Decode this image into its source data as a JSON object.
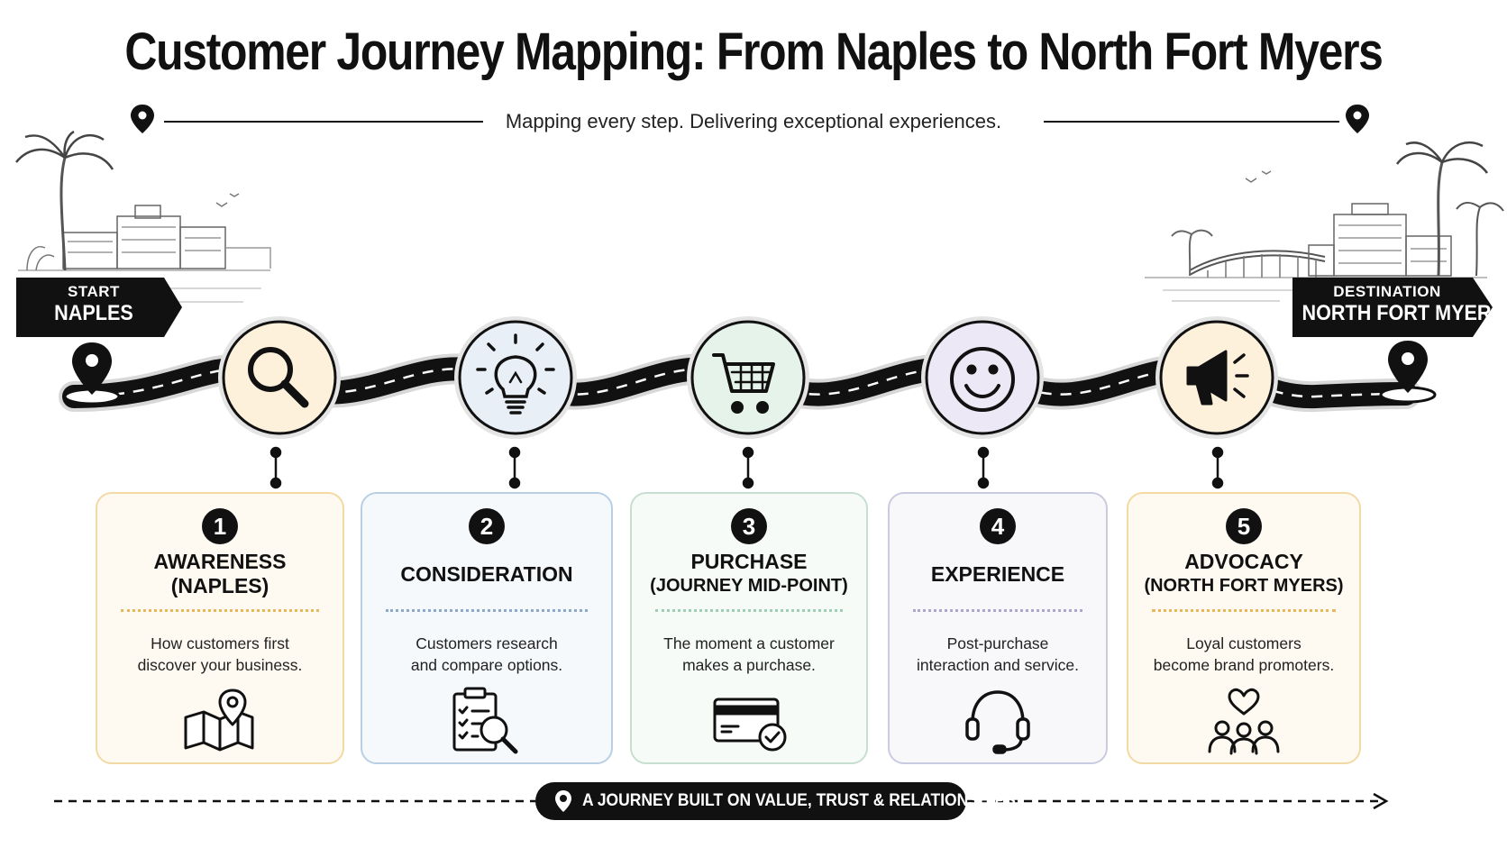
{
  "title": "Customer Journey Mapping: From Naples to North Fort Myers",
  "subtitle": "Mapping every step. Delivering exceptional experiences.",
  "start": {
    "small": "START",
    "big": "NAPLES"
  },
  "destination": {
    "small": "DESTINATION",
    "big": "NORTH FORT MYERS"
  },
  "stages": [
    {
      "number": "1",
      "title_line1": "AWARENESS",
      "title_line2": "(NAPLES)",
      "description_line1": "How customers first",
      "description_line2": "discover your business.",
      "road_icon": "magnifier-icon",
      "card_icon": "folded-map-pin-icon",
      "tint": "#fdf1dc",
      "border": "#f3d9a4",
      "dots": "#e9b65a"
    },
    {
      "number": "2",
      "title_line1": "CONSIDERATION",
      "title_line2": "",
      "description_line1": "Customers research",
      "description_line2": "and compare options.",
      "road_icon": "lightbulb-icon",
      "card_icon": "clipboard-search-icon",
      "tint": "#e9eff7",
      "border": "#b9cfe4",
      "dots": "#8aa9cb"
    },
    {
      "number": "3",
      "title_line1": "PURCHASE",
      "title_line2": "(JOURNEY MID-POINT)",
      "description_line1": "The moment a customer",
      "description_line2": "makes a purchase.",
      "road_icon": "shopping-cart-icon",
      "card_icon": "credit-card-check-icon",
      "tint": "#e5f3ea",
      "border": "#c6dfd0",
      "dots": "#9dcfb2"
    },
    {
      "number": "4",
      "title_line1": "EXPERIENCE",
      "title_line2": "",
      "description_line1": "Post-purchase",
      "description_line2": "interaction and service.",
      "road_icon": "smiley-icon",
      "card_icon": "headset-icon",
      "tint": "#ece8f5",
      "border": "#c9cbe0",
      "dots": "#aaa8d0"
    },
    {
      "number": "5",
      "title_line1": "ADVOCACY",
      "title_line2": "(NORTH FORT MYERS)",
      "description_line1": "Loyal customers",
      "description_line2": "become brand promoters.",
      "road_icon": "megaphone-icon",
      "card_icon": "heart-community-icon",
      "tint": "#fdf1dc",
      "border": "#f3d9a4",
      "dots": "#e9b65a"
    }
  ],
  "footer": "A JOURNEY BUILT ON VALUE, TRUST & RELATIONSHIPS"
}
